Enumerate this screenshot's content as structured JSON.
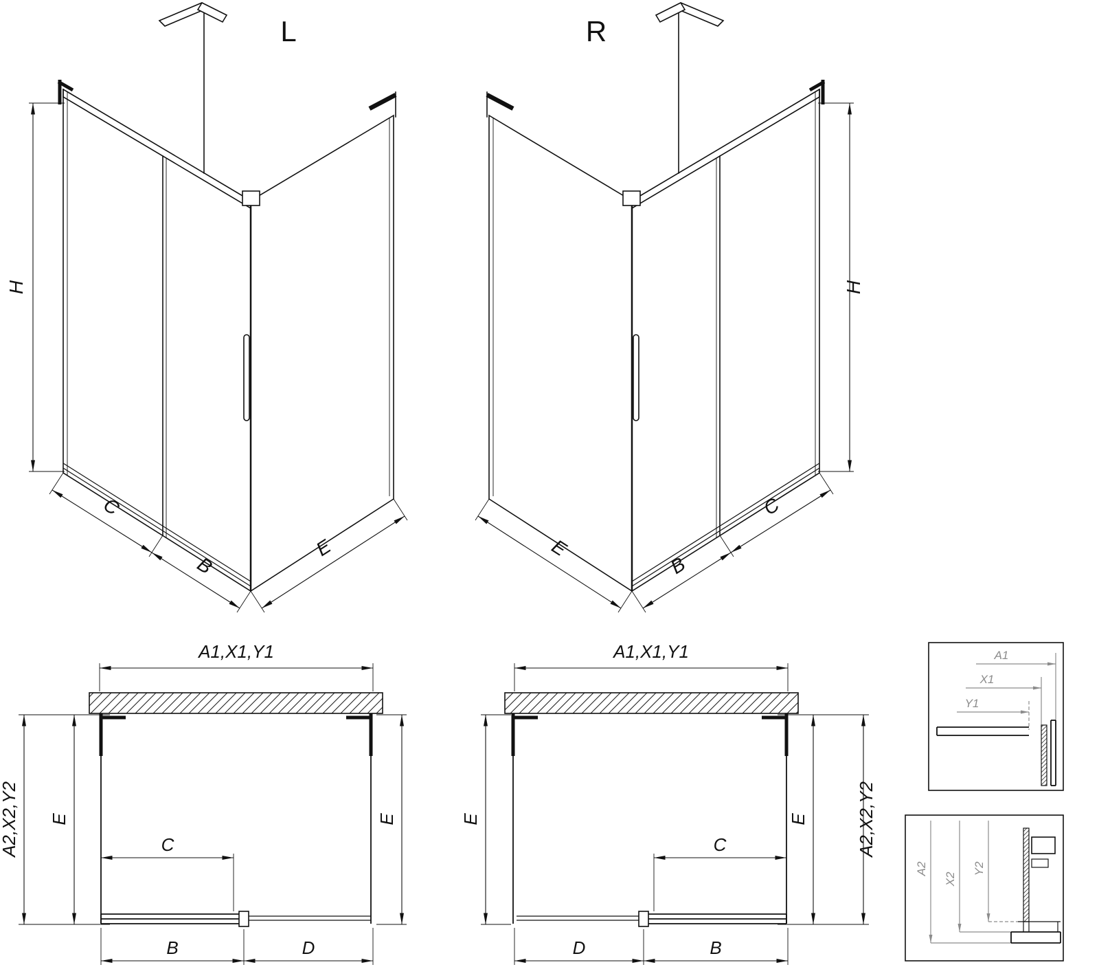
{
  "colors": {
    "line": "#111111",
    "detail_gray": "#8c8c8c",
    "background": "#ffffff"
  },
  "iso_left": {
    "variant": "L",
    "h": "H",
    "c": "C",
    "b": "B",
    "e": "E"
  },
  "iso_right": {
    "variant": "R",
    "h": "H",
    "c": "C",
    "b": "B",
    "e": "E"
  },
  "plan_left": {
    "top": "A1,X1,Y1",
    "side": "A2,X2,Y2",
    "e_left": "E",
    "e_right": "E",
    "c": "C",
    "b": "B",
    "d": "D"
  },
  "plan_right": {
    "top": "A1,X1,Y1",
    "side": "A2,X2,Y2",
    "e_left": "E",
    "e_right": "E",
    "c": "C",
    "b": "B",
    "d": "D"
  },
  "detail_top": {
    "a1": "A1",
    "x1": "X1",
    "y1": "Y1"
  },
  "detail_bottom": {
    "a2": "A2",
    "x2": "X2",
    "y2": "Y2"
  }
}
